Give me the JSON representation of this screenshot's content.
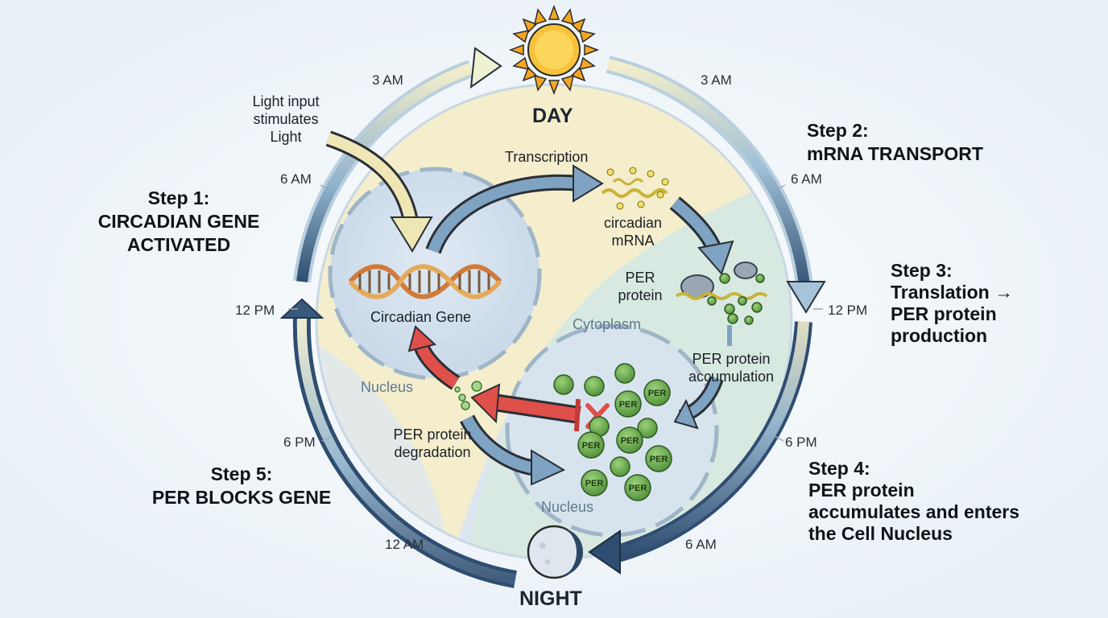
{
  "labels": {
    "day": "DAY",
    "night": "NIGHT",
    "transcription": "Transcription",
    "light_input": [
      "Light input",
      "stimulates",
      "Light"
    ],
    "circadian_mrna": [
      "circadian",
      "mRNA"
    ],
    "per_protein": [
      "PER",
      "protein"
    ],
    "circadian_gene": "Circadian Gene",
    "nucleus_left": "Nucleus",
    "nucleus_right": "Nucleus",
    "cytoplasm": "Cytoplasm",
    "per_accumulation": [
      "PER protein",
      "accumulation"
    ],
    "per_degradation": [
      "PER protein",
      "degradation"
    ],
    "per_token": "PER"
  },
  "steps": {
    "step1": [
      "Step 1:",
      "CIRCADIAN GENE",
      "ACTIVATED"
    ],
    "step2": [
      "Step 2:",
      "mRNA TRANSPORT"
    ],
    "step3": [
      "Step 3:",
      "Translation →",
      "PER protein",
      "production"
    ],
    "step4": [
      "Step 4:",
      "PER protein",
      "accumulates and enters",
      "the Cell Nucleus"
    ],
    "step5": [
      "Step 5:",
      "PER BLOCKS GENE"
    ]
  },
  "times": {
    "left_3am": "3 AM",
    "left_6am": "6 AM",
    "left_12pm": "12 PM",
    "left_6pm": "6 PM",
    "left_12am": "12 AM",
    "right_3am": "3 AM",
    "right_6am": "6 AM",
    "right_12pm": "12 PM",
    "right_6pm": "6 PM",
    "right_6am_bottom": "6 AM"
  },
  "icons": [
    "sun-icon",
    "moon-icon",
    "dna-icon",
    "ribosome-icon",
    "inhibition-x-icon"
  ],
  "colors": {
    "background": "#eef4f8",
    "day_region": "#f6efcf",
    "night_region": "#dfe7ef",
    "cytoplasm_region": "#dcebe2",
    "inhibit_arrow": "#e0504a",
    "per_protein": "#6fae55",
    "cycle_arrow_light": "#f1ecc6",
    "cycle_arrow_dark": "#2f4d70"
  }
}
